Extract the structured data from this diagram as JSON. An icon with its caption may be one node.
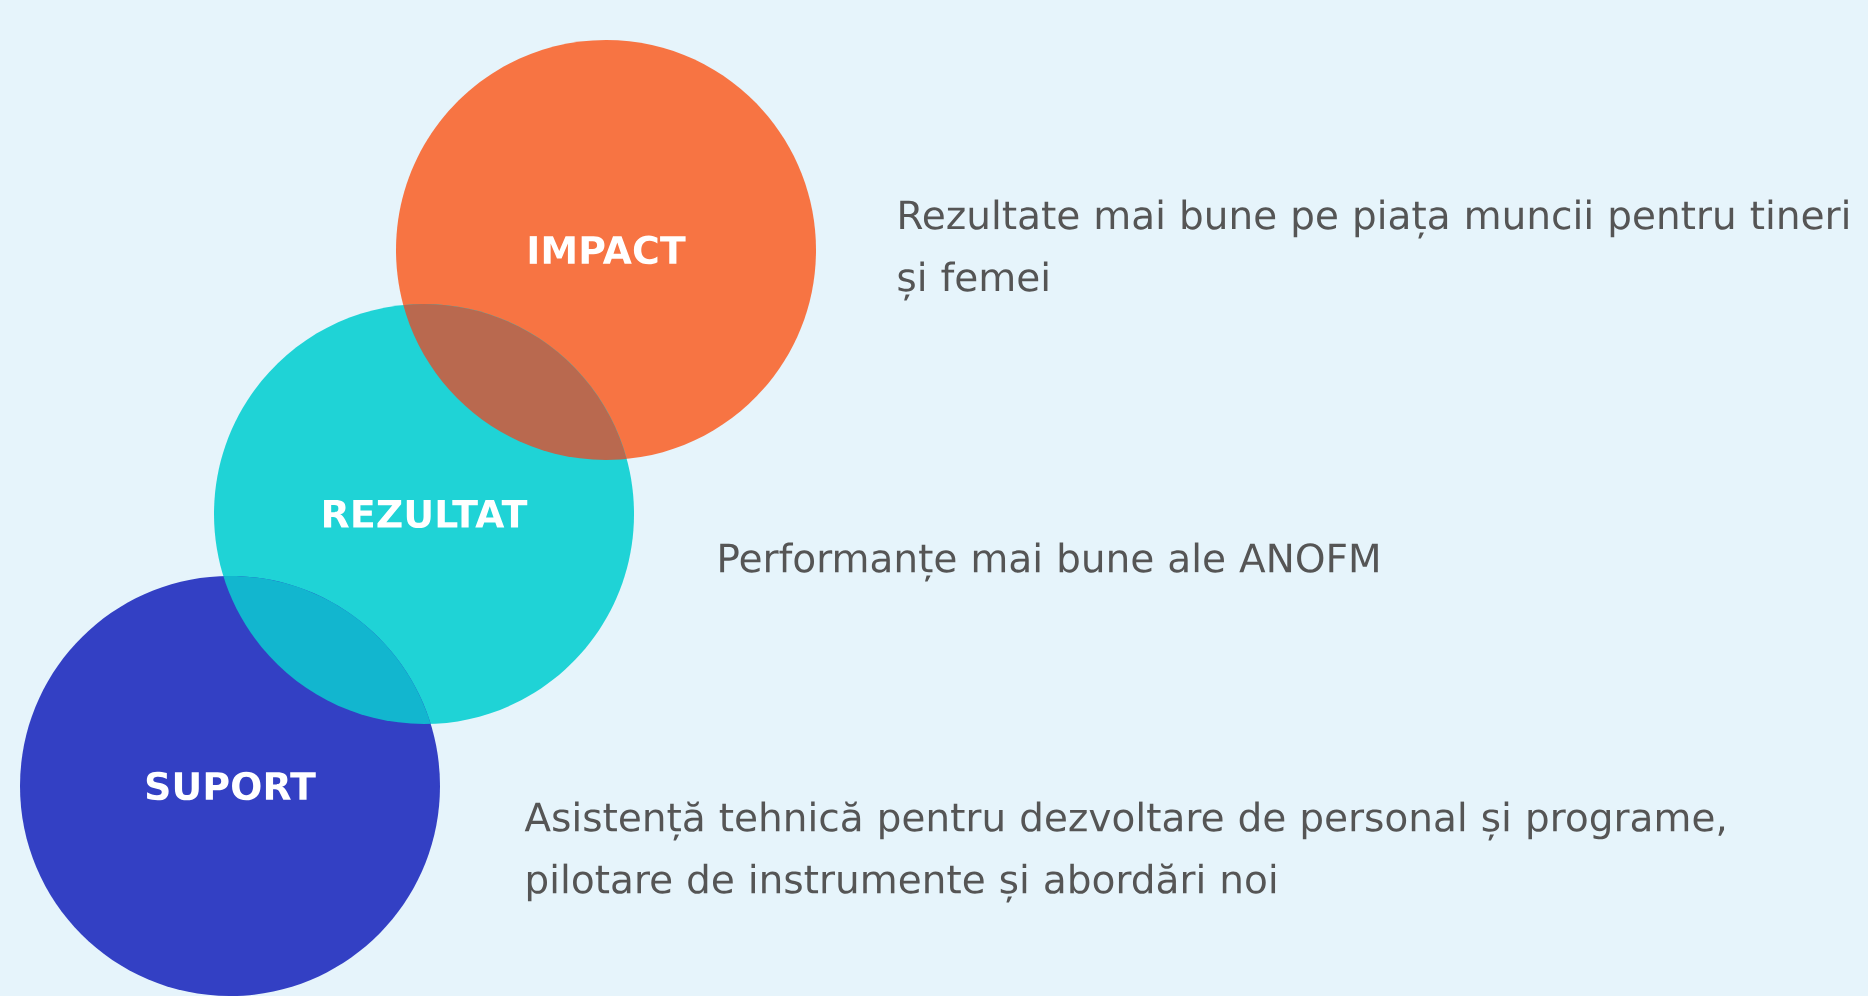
{
  "diagram": {
    "nodes": [
      {
        "text": [
          "IMPACT"
        ],
        "beside": [
          "Rezultate mai bune pe piața muncii pentru tineri și femei"
        ]
      },
      {
        "text": [
          "REZULTAT"
        ],
        "beside": [
          "Performanțe mai bune ale ANOFM"
        ]
      },
      {
        "text": [
          "SUPORT"
        ],
        "beside": [
          "Asistență tehnică pentru dezvoltare de personal și programe, pilotare de instrumente și abordări noi"
        ]
      }
    ]
  }
}
